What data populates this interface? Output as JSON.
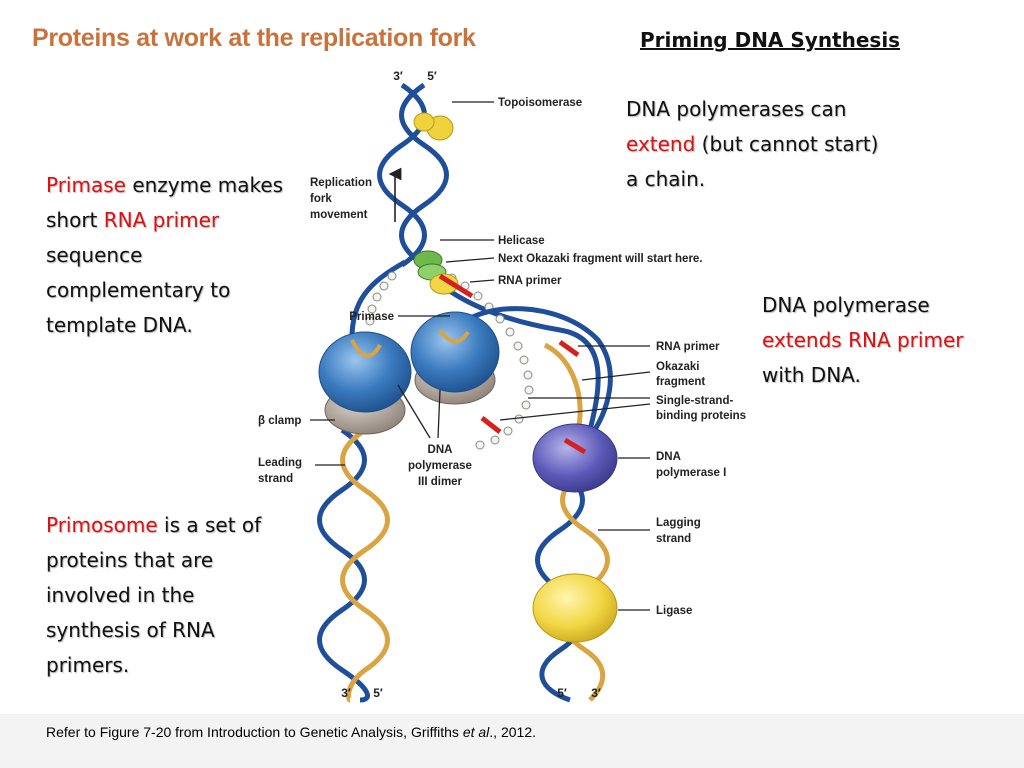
{
  "figure_title": "Proteins at work at the replication fork",
  "heading": "Priming DNA Synthesis",
  "callouts": {
    "polymerase_start": {
      "p1": "DNA polymerases can",
      "p2_red": "extend",
      "p3": "(but cannot start)",
      "p4": "a chain."
    },
    "primase": {
      "p1_red": "Primase",
      "p2": "enzyme makes short",
      "p3_red": "RNA primer",
      "p4": "sequence complementary to template DNA."
    },
    "extends": {
      "p1": "DNA polymerase",
      "p2_red": "extends RNA primer",
      "p3": "with DNA."
    },
    "primosome": {
      "p1_red": "Primosome",
      "p2": "is a set of proteins that are involved in the synthesis of RNA primers."
    }
  },
  "diagram": {
    "end_top_3": "3′",
    "end_top_5": "5′",
    "end_bl_3": "3′",
    "end_bl_5": "5′",
    "end_br_5": "5′",
    "end_br_3": "3′",
    "labels": {
      "topoisomerase": "Topoisomerase",
      "replication_l1": "Replication",
      "replication_l2": "fork",
      "replication_l3": "movement",
      "helicase": "Helicase",
      "next_okazaki": "Next Okazaki fragment will start here.",
      "rna_primer_top": "RNA primer",
      "primase": "Primase",
      "rna_primer": "RNA primer",
      "okazaki_l1": "Okazaki",
      "okazaki_l2": "fragment",
      "ssb_l1": "Single-strand-",
      "ssb_l2": "binding proteins",
      "beta_clamp": "β clamp",
      "leading_l1": "Leading",
      "leading_l2": "strand",
      "pol3_l1": "DNA",
      "pol3_l2": "polymerase",
      "pol3_l3": "III dimer",
      "pol1_l1": "DNA",
      "pol1_l2": "polymerase I",
      "lagging_l1": "Lagging",
      "lagging_l2": "strand",
      "ligase": "Ligase"
    },
    "colors": {
      "strand_template": "#1f4e9a",
      "strand_new": "#d9a441",
      "primer": "#d62020",
      "polymerase3": "#3b7bbf",
      "clamp": "#a79c92",
      "polymerase1": "#5c5ab8",
      "ligase": "#f2d643",
      "helicase": "#6fb84a",
      "topoisomerase": "#f0d23c"
    }
  },
  "footer": {
    "pre": "Refer to Figure 7-20 from Introduction to Genetic Analysis, Griffiths ",
    "italic": "et al",
    "post": "., 2012."
  }
}
